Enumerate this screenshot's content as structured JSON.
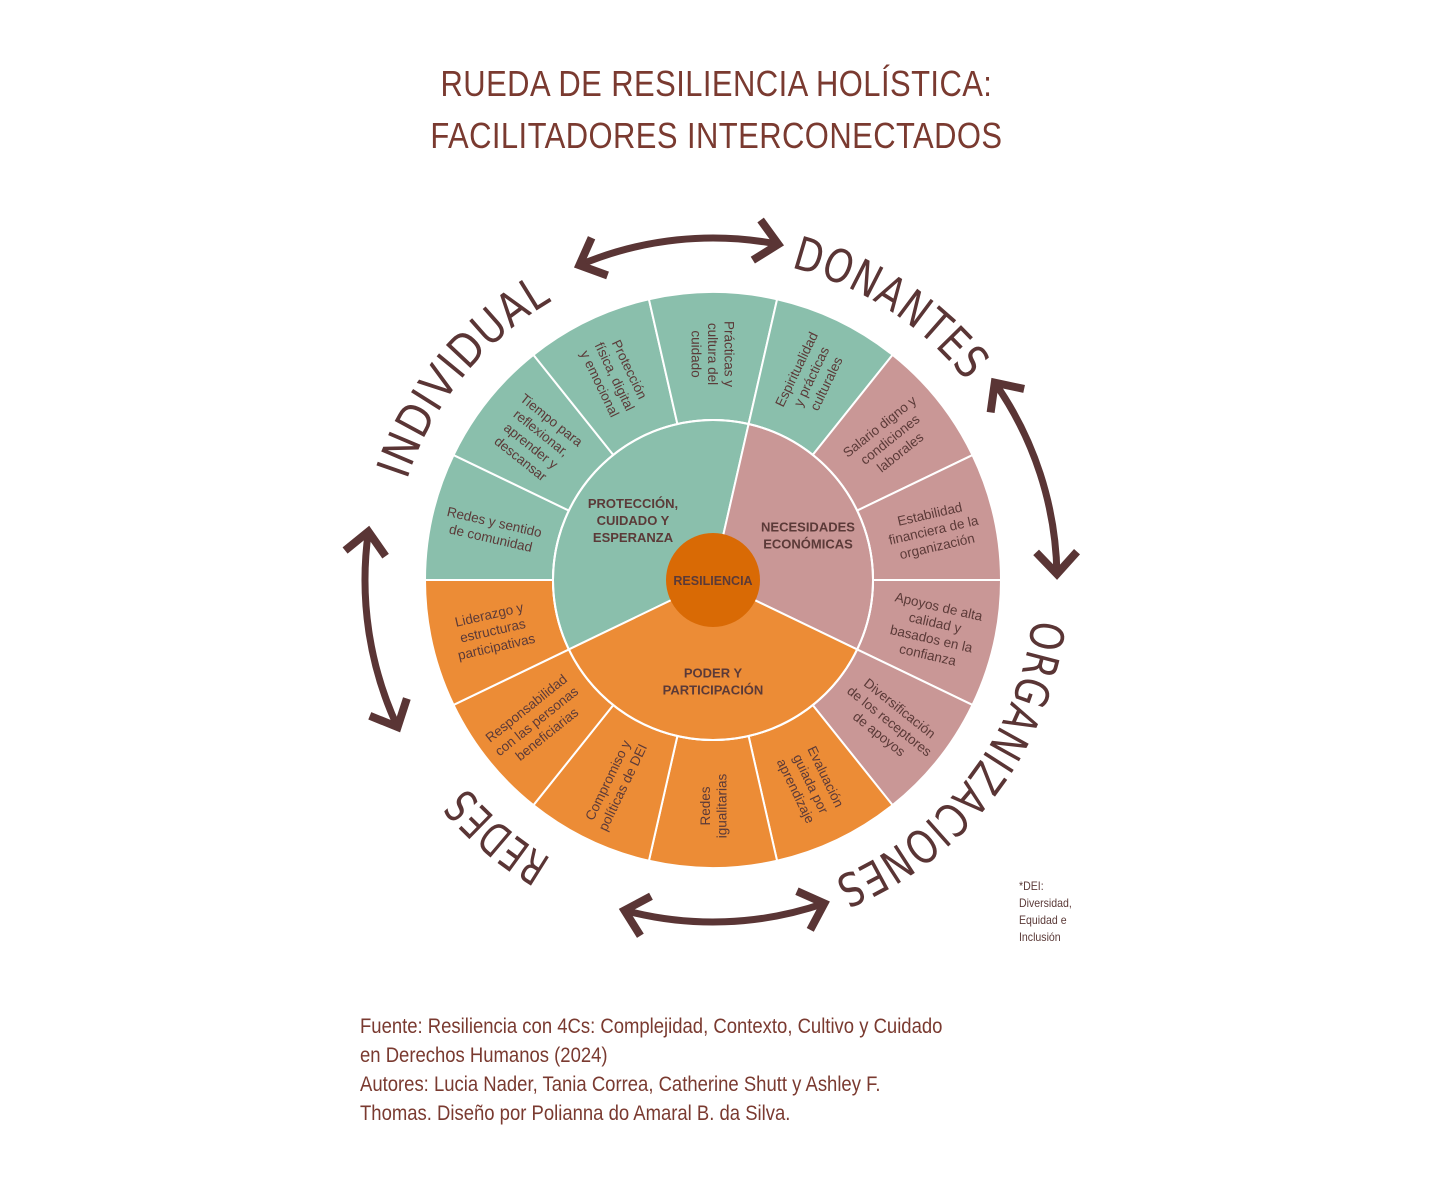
{
  "title": {
    "line1": "RUEDA DE RESILIENCIA HOLÍSTICA:",
    "line2": "FACILITADORES INTERCONECTADOS"
  },
  "colors": {
    "green": "#8ABFAC",
    "pink": "#C99796",
    "orange": "#EC8C36",
    "center": "#D96A05",
    "text": "#5B3A38",
    "accent_brown": "#5A3535",
    "title": "#7A3A30"
  },
  "center": {
    "label": "RESILIENCIA"
  },
  "sectors": [
    {
      "key": "green",
      "label_lines": [
        "PROTECCIÓN,",
        "CUIDADO Y",
        "ESPERANZA"
      ]
    },
    {
      "key": "pink",
      "label_lines": [
        "NECESIDADES",
        "ECONÓMICAS"
      ]
    },
    {
      "key": "orange",
      "label_lines": [
        "PODER Y",
        "PARTICIPACIÓN"
      ]
    }
  ],
  "segments": [
    {
      "sector": "green",
      "lines": [
        "Redes y sentido",
        "de comunidad"
      ]
    },
    {
      "sector": "green",
      "lines": [
        "Tiempo para",
        "reflexionar,",
        "aprender y",
        "descansar"
      ]
    },
    {
      "sector": "green",
      "lines": [
        "Protección",
        "física, digital",
        "y emocional"
      ]
    },
    {
      "sector": "green",
      "lines": [
        "Prácticas y",
        "cultura del",
        "cuidado"
      ]
    },
    {
      "sector": "green",
      "lines": [
        "Espiritualidad",
        "y prácticas",
        "culturales"
      ]
    },
    {
      "sector": "pink",
      "lines": [
        "Salario digno y",
        "condiciones",
        "laborales"
      ]
    },
    {
      "sector": "pink",
      "lines": [
        "Estabilidad",
        "financiera de la",
        "organización"
      ]
    },
    {
      "sector": "pink",
      "lines": [
        "Apoyos de alta",
        "calidad y",
        "basados en la",
        "confianza"
      ]
    },
    {
      "sector": "pink",
      "lines": [
        "Diversificación",
        "de los receptores",
        "de apoyos"
      ]
    },
    {
      "sector": "orange",
      "lines": [
        "Evaluación",
        "guiada por",
        "aprendizaje"
      ]
    },
    {
      "sector": "orange",
      "lines": [
        "Redes",
        "igualitarias"
      ]
    },
    {
      "sector": "orange",
      "lines": [
        "Compromiso y",
        "políticas de DEI"
      ]
    },
    {
      "sector": "orange",
      "lines": [
        "Responsabilidad",
        "con las personas",
        "beneficiarias"
      ]
    },
    {
      "sector": "orange",
      "lines": [
        "Liderazgo y",
        "estructuras",
        "participativas"
      ]
    }
  ],
  "ring_words": [
    "INDIVIDUAL",
    "DONANTES",
    "ORGANIZACIONES",
    "REDES"
  ],
  "arrows": [
    {
      "name": "individual-donantes",
      "icon": "double-arrow-icon"
    },
    {
      "name": "donantes-organizaciones",
      "icon": "double-arrow-icon"
    },
    {
      "name": "organizaciones-redes",
      "icon": "double-arrow-icon"
    },
    {
      "name": "redes-individual",
      "icon": "double-arrow-icon"
    }
  ],
  "dei_note": [
    "*DEI:",
    "Diversidad,",
    "Equidad e",
    "Inclusión"
  ],
  "footer": {
    "line1": "Fuente: Resiliencia con 4Cs: Complejidad, Contexto, Cultivo y Cuidado",
    "line2": "en Derechos Humanos (2024)",
    "line3": "Autores: Lucia Nader, Tania Correa, Catherine Shutt y Ashley F.",
    "line4": "Thomas. Diseño por Polianna do Amaral B. da Silva."
  }
}
